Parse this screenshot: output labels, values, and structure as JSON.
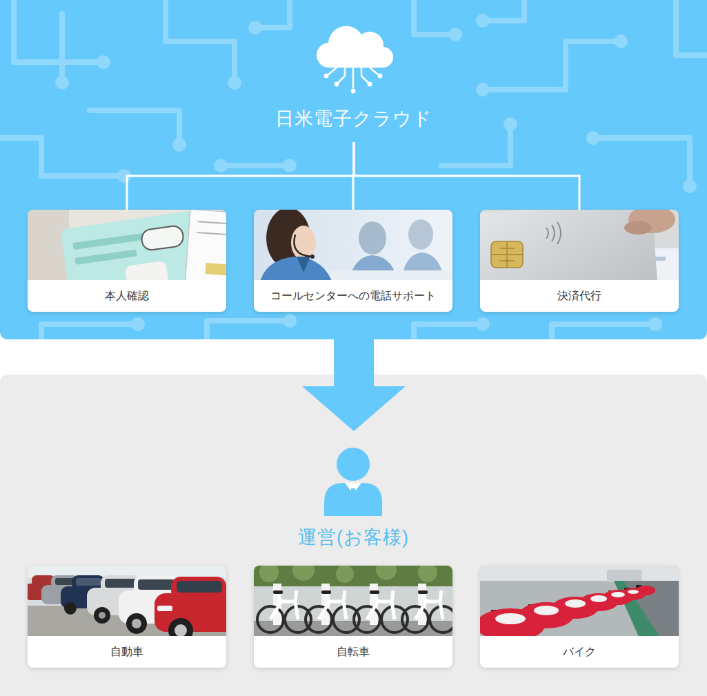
{
  "diagram": {
    "nodes": [
      {
        "text": [
          "日米電子クラウド"
        ]
      },
      {
        "text": [
          "本人確認"
        ],
        "in": 0
      },
      {
        "text": [
          "コールセンターへの電話サポート"
        ],
        "in": 0
      },
      {
        "text": [
          "決済代行"
        ],
        "in": 0
      },
      {
        "text": [
          "運営(お客様)"
        ]
      },
      {
        "text": [
          "自動車"
        ],
        "in": 4
      },
      {
        "text": [
          "自転車"
        ],
        "in": 4
      },
      {
        "text": [
          "バイク"
        ],
        "in": 4
      }
    ],
    "edges": [
      {
        "from": 0,
        "to": 1,
        "arrow": "none"
      },
      {
        "from": 0,
        "to": 2,
        "arrow": "none"
      },
      {
        "from": 0,
        "to": 3,
        "arrow": "none"
      },
      {
        "from": 0,
        "to": 4,
        "arrow": "to"
      }
    ]
  }
}
